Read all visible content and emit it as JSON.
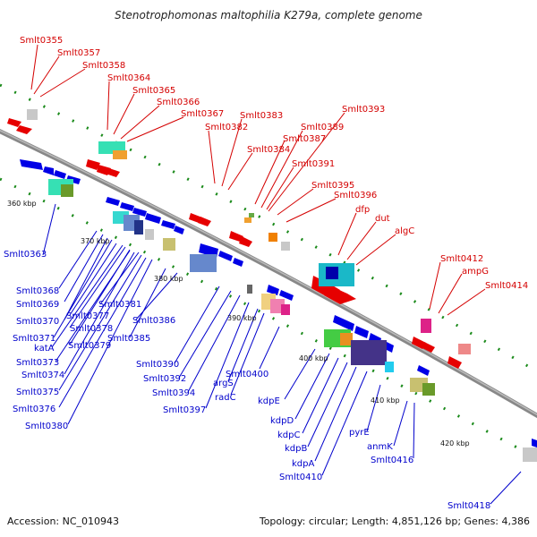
{
  "title": "Stenotrophomonas maltophilia K279a, complete genome",
  "footer": {
    "accession": "Accession: NC_010943",
    "topology": "Topology: circular; Length: 4,851,126 bp; Genes: 4,386"
  },
  "ticks": [
    "360 kbp",
    "370 kbp",
    "380 kbp",
    "390 kbp",
    "400 kbp",
    "410 kbp",
    "420 kbp"
  ],
  "genes_forward": [
    "Smlt0355",
    "Smlt0357",
    "Smlt0358",
    "Smlt0364",
    "Smlt0365",
    "Smlt0366",
    "Smlt0367",
    "Smlt0382",
    "Smlt0383",
    "Smlt0387",
    "Smlt0384",
    "Smlt0389",
    "Smlt0393",
    "Smlt0391",
    "Smlt0395",
    "Smlt0396",
    "dfp",
    "dut",
    "algC",
    "Smlt0412",
    "ampG",
    "Smlt0414"
  ],
  "genes_reverse": [
    "Smlt0363",
    "Smlt0368",
    "Smlt0369",
    "Smlt0370",
    "Smlt0377",
    "Smlt0381",
    "Smlt0371",
    "Smlt0378",
    "katA",
    "Smlt0379",
    "Smlt0385",
    "Smlt0386",
    "Smlt0373",
    "Smlt0374",
    "Smlt0375",
    "Smlt0376",
    "Smlt0380",
    "Smlt0390",
    "Smlt0392",
    "Smlt0394",
    "argS",
    "Smlt0400",
    "radC",
    "Smlt0397",
    "kdpE",
    "kdpD",
    "kdpC",
    "kdpB",
    "kdpA",
    "Smlt0410",
    "pyrE",
    "anmK",
    "Smlt0416",
    "Smlt0418"
  ],
  "colors": {
    "forward_cds": "#e60000",
    "reverse_cds": "#0000e6",
    "forward_label": "#d40000",
    "reverse_label": "#0000cc",
    "backbone": "#888888",
    "tick_marks": "#1a8a1a"
  }
}
